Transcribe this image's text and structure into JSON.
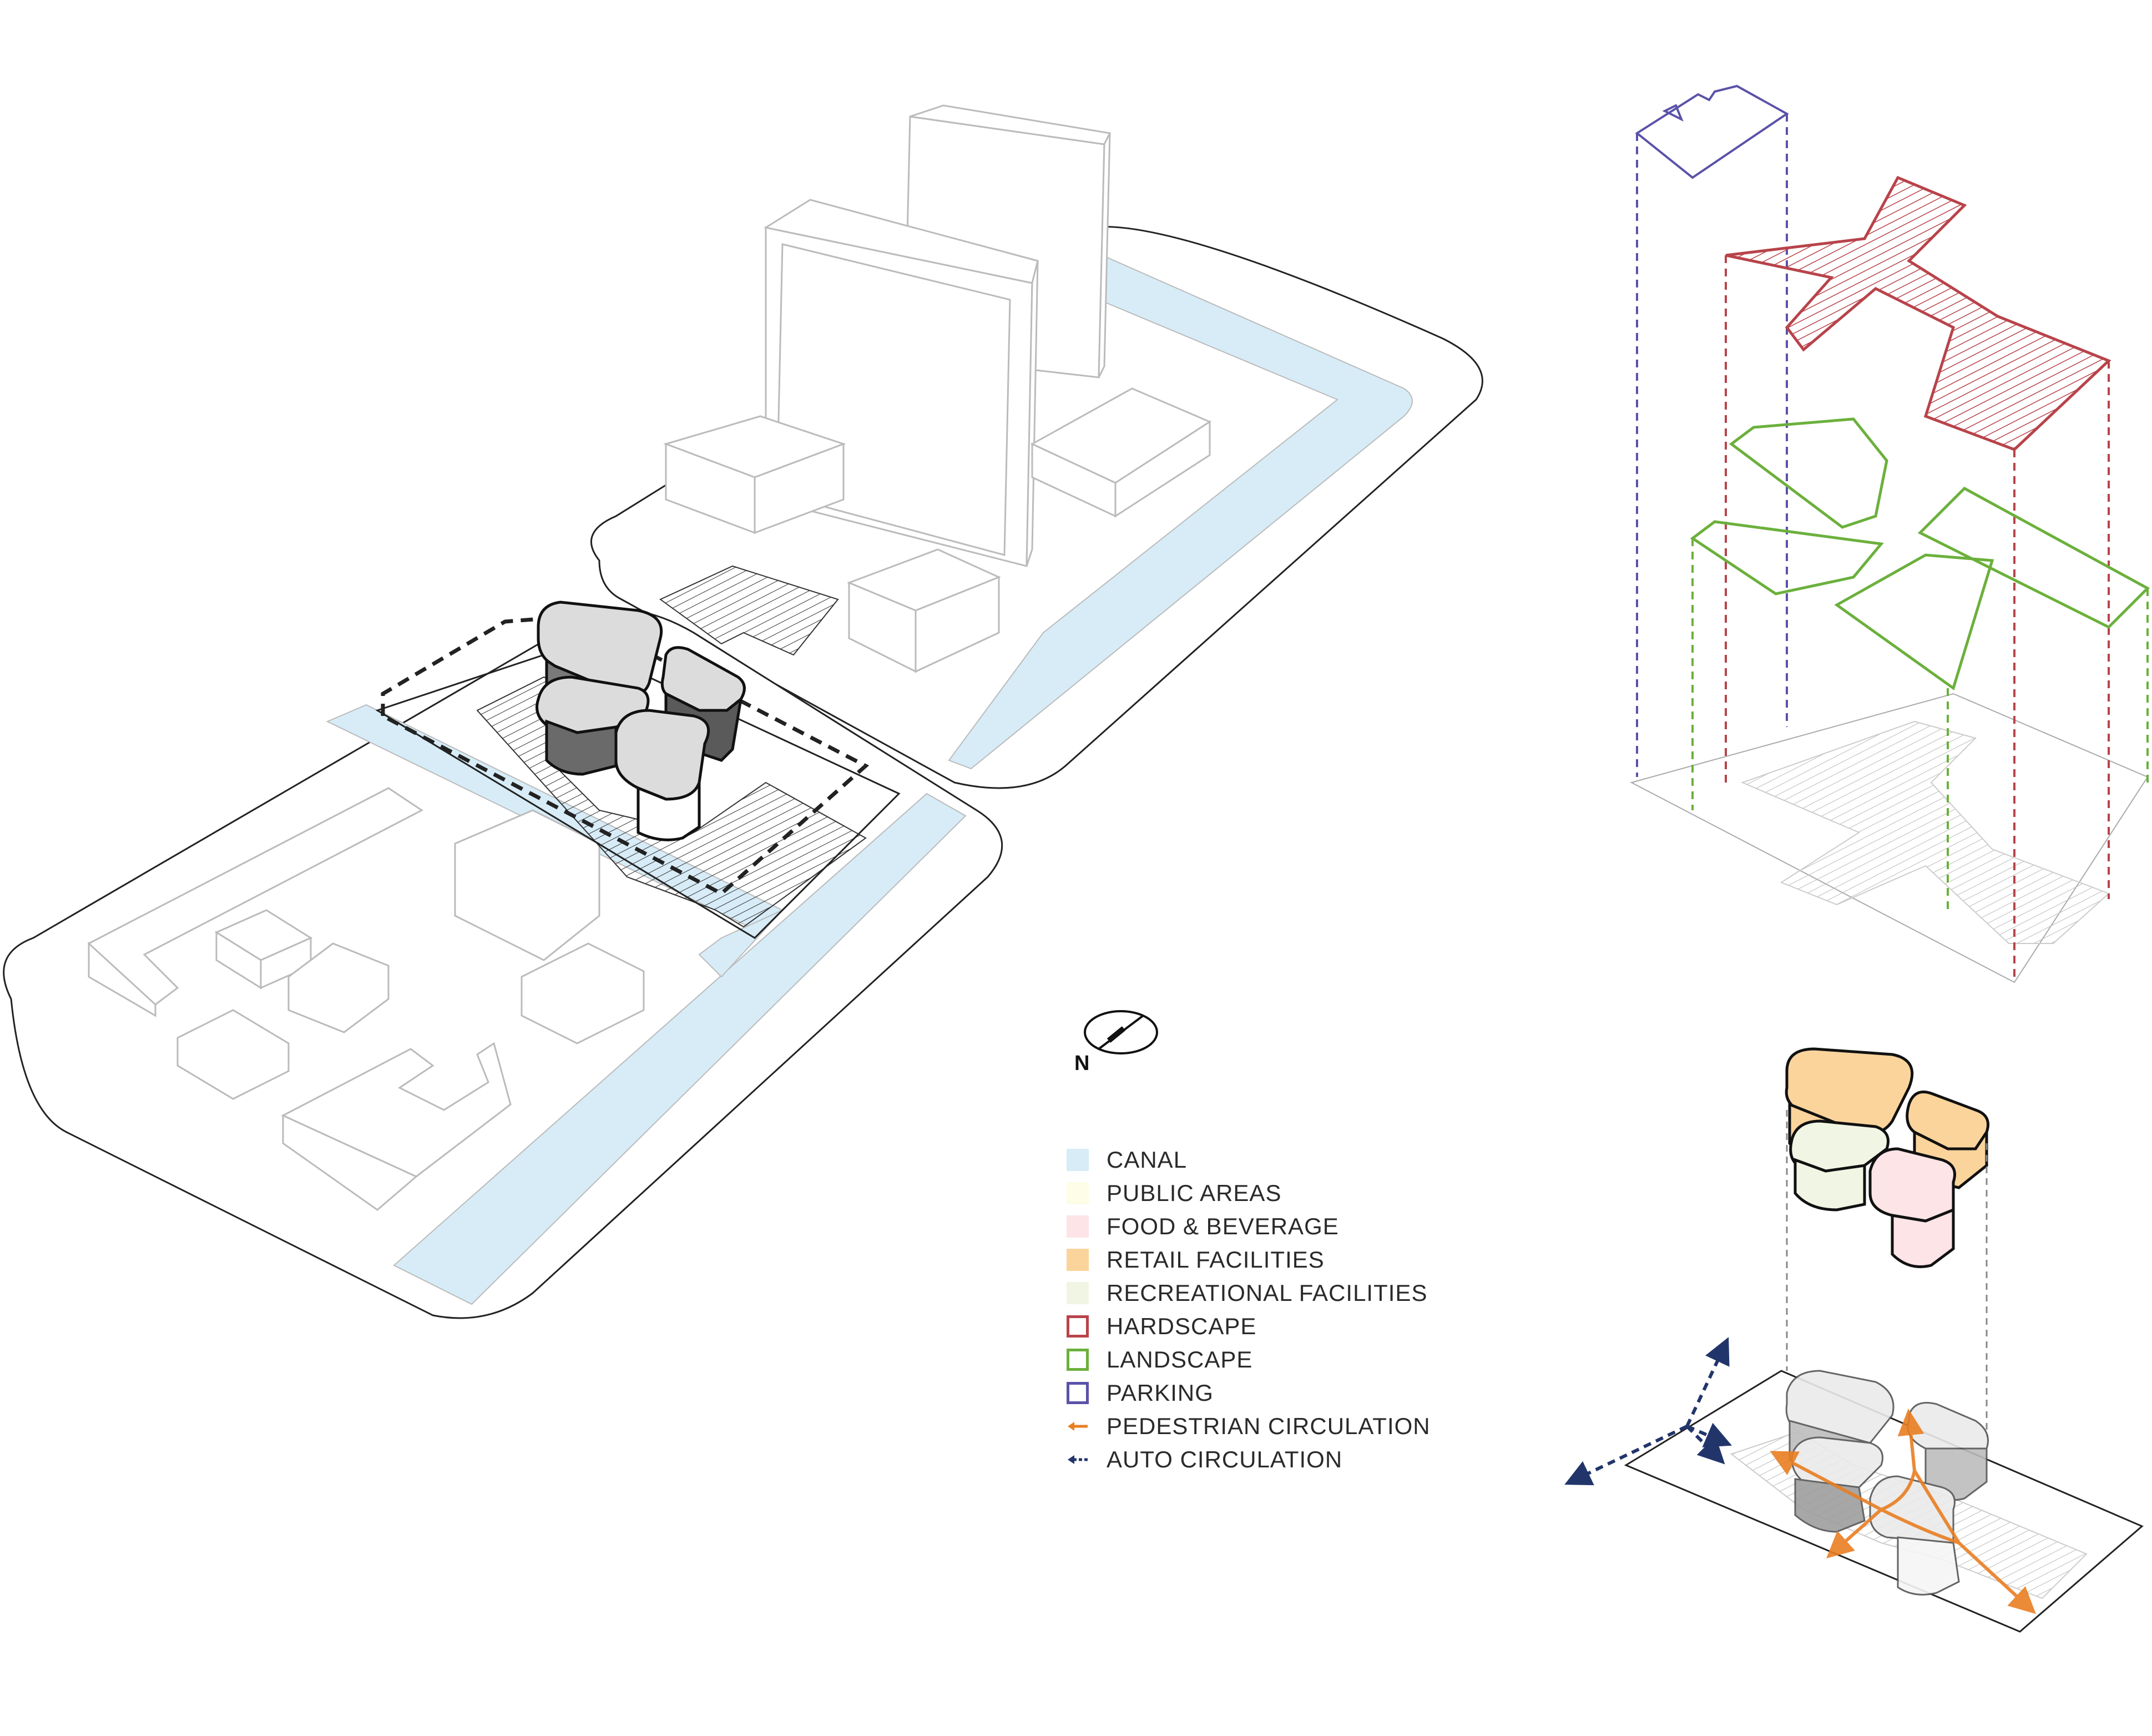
{
  "north_label": "N",
  "colors": {
    "canal": "#d7ecf7",
    "public_areas": "#fdfde8",
    "food_beverage": "#fce4e7",
    "retail": "#fbd49c",
    "recreational": "#f1f5e3",
    "hardscape": "#b8434a",
    "landscape": "#6bb03c",
    "parking": "#5a52a8",
    "pedestrian": "#e97e22",
    "auto": "#22356b"
  },
  "legend": [
    {
      "label": "CANAL",
      "kind": "fill",
      "color": "#d7ecf7"
    },
    {
      "label": "PUBLIC AREAS",
      "kind": "fill",
      "color": "#fdfde8"
    },
    {
      "label": "FOOD & BEVERAGE",
      "kind": "fill",
      "color": "#fce4e7"
    },
    {
      "label": "RETAIL FACILITIES",
      "kind": "fill",
      "color": "#fbd49c"
    },
    {
      "label": "RECREATIONAL FACILITIES",
      "kind": "fill",
      "color": "#f1f5e3"
    },
    {
      "label": "HARDSCAPE",
      "kind": "outline",
      "color": "#b8434a"
    },
    {
      "label": "LANDSCAPE",
      "kind": "outline",
      "color": "#6bb03c"
    },
    {
      "label": "PARKING",
      "kind": "outline",
      "color": "#5a52a8"
    },
    {
      "label": "PEDESTRIAN CIRCULATION",
      "kind": "arrow",
      "color": "#e97e22"
    },
    {
      "label": "AUTO CIRCULATION",
      "kind": "dashed-arrow",
      "color": "#22356b"
    }
  ]
}
